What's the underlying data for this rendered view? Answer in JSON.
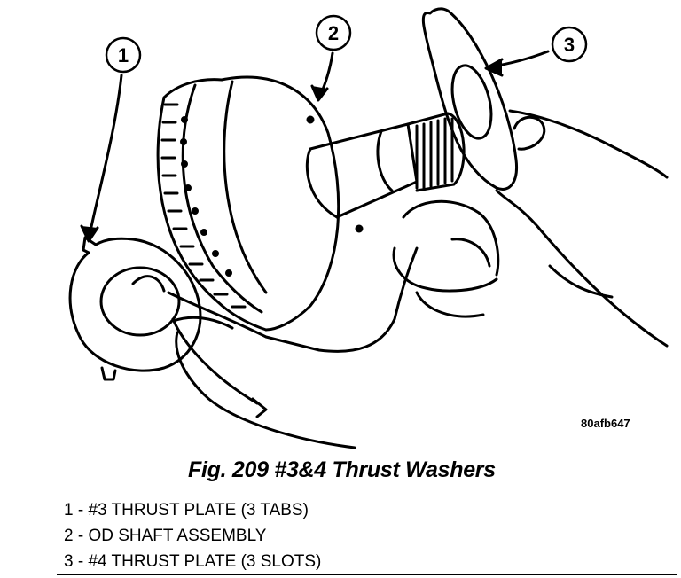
{
  "figure": {
    "callouts": [
      "1",
      "2",
      "3"
    ],
    "image_code": "80afb647",
    "caption": "Fig. 209 #3&4 Thrust Washers"
  },
  "legend": [
    "1 - #3 THRUST PLATE (3 TABS)",
    "2 - OD SHAFT ASSEMBLY",
    "3 - #4 THRUST PLATE (3 SLOTS)"
  ]
}
